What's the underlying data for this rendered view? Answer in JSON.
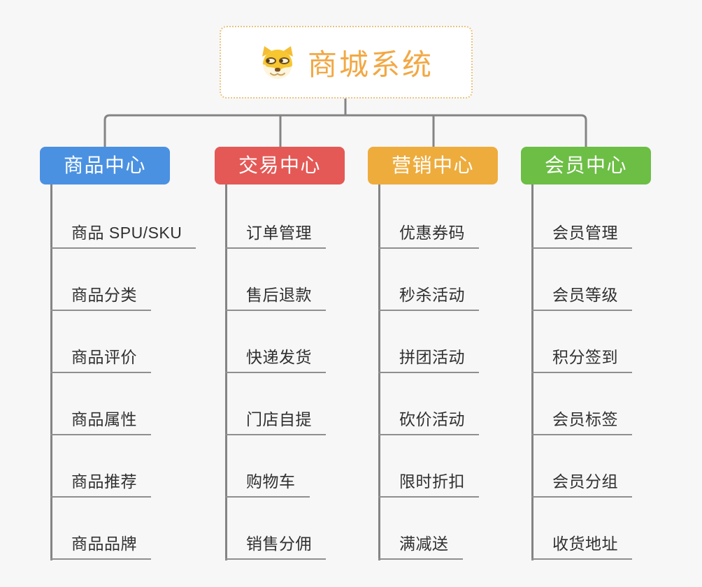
{
  "app": {
    "background_color": "#F7F7F7",
    "connector_color": "#848484",
    "item_text_color": "#303030"
  },
  "root": {
    "title": "商城系统",
    "icon": "doge-icon",
    "title_color": "#F2A844",
    "border_color": "#EBC27F"
  },
  "branches": [
    {
      "id": "products",
      "label": "商品中心",
      "color": "#4B91E2",
      "items": [
        {
          "label": "商品 SPU/SKU"
        },
        {
          "label": "商品分类"
        },
        {
          "label": "商品评价"
        },
        {
          "label": "商品属性"
        },
        {
          "label": "商品推荐"
        },
        {
          "label": "商品品牌"
        }
      ]
    },
    {
      "id": "trade",
      "label": "交易中心",
      "color": "#E45956",
      "items": [
        {
          "label": "订单管理"
        },
        {
          "label": "售后退款"
        },
        {
          "label": "快递发货"
        },
        {
          "label": "门店自提"
        },
        {
          "label": "购物车"
        },
        {
          "label": "销售分佣"
        }
      ]
    },
    {
      "id": "marketing",
      "label": "营销中心",
      "color": "#EEAC3D",
      "items": [
        {
          "label": "优惠券码"
        },
        {
          "label": "秒杀活动"
        },
        {
          "label": "拼团活动"
        },
        {
          "label": "砍价活动"
        },
        {
          "label": "限时折扣"
        },
        {
          "label": "满减送"
        }
      ]
    },
    {
      "id": "members",
      "label": "会员中心",
      "color": "#6CBE45",
      "items": [
        {
          "label": "会员管理"
        },
        {
          "label": "会员等级"
        },
        {
          "label": "积分签到"
        },
        {
          "label": "会员标签"
        },
        {
          "label": "会员分组"
        },
        {
          "label": "收货地址"
        }
      ]
    }
  ]
}
